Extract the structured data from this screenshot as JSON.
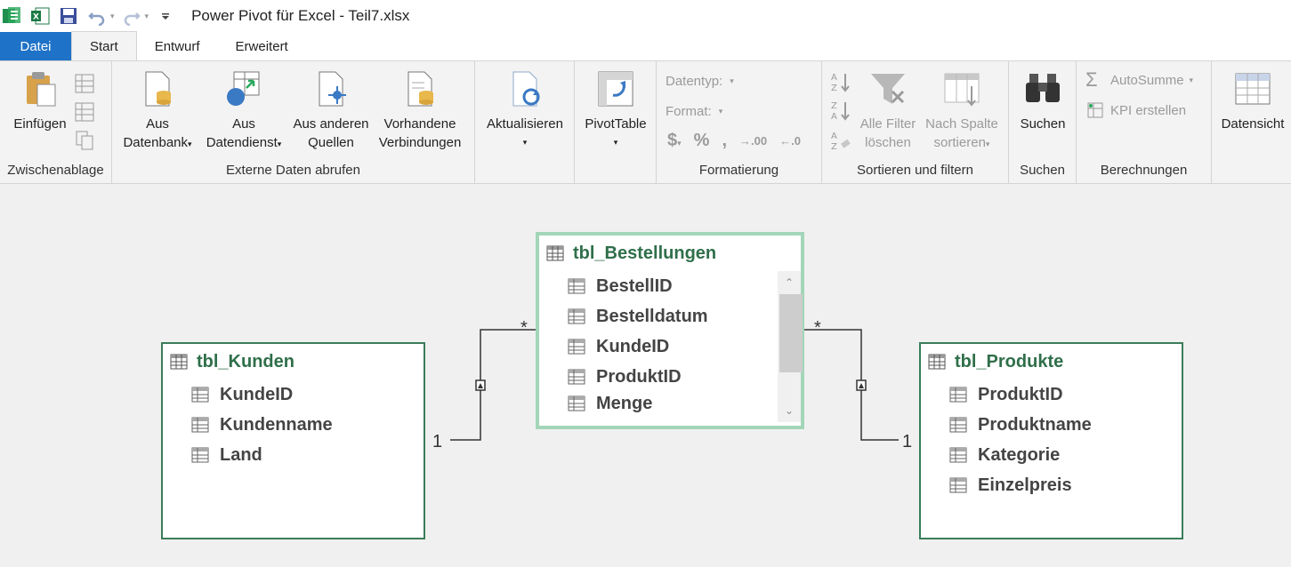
{
  "window": {
    "title": "Power Pivot für Excel - Teil7.xlsx"
  },
  "tabs": [
    "Datei",
    "Start",
    "Entwurf",
    "Erweitert"
  ],
  "ribbon": {
    "clipboard": {
      "paste": "Einfügen",
      "group": "Zwischenablage"
    },
    "external": {
      "from_db_1": "Aus",
      "from_db_2": "Datenbank",
      "from_service_1": "Aus",
      "from_service_2": "Datendienst",
      "other_1": "Aus anderen",
      "other_2": "Quellen",
      "existing_1": "Vorhandene",
      "existing_2": "Verbindungen",
      "group": "Externe Daten abrufen"
    },
    "refresh": {
      "label": "Aktualisieren"
    },
    "pivot": {
      "label": "PivotTable"
    },
    "format": {
      "datatype": "Datentyp:",
      "format": "Format:",
      "group": "Formatierung"
    },
    "sort": {
      "clear_1": "Alle Filter",
      "clear_2": "löschen",
      "bycol_1": "Nach Spalte",
      "bycol_2": "sortieren",
      "group": "Sortieren und filtern"
    },
    "find": {
      "label": "Suchen",
      "group": "Suchen"
    },
    "calc": {
      "autosum": "AutoSumme",
      "kpi": "KPI erstellen",
      "group": "Berechnungen"
    },
    "view": {
      "data_view": "Datensicht"
    }
  },
  "diagram": {
    "orders": {
      "title": "tbl_Bestellungen",
      "columns": [
        "BestellID",
        "Bestelldatum",
        "KundeID",
        "ProduktID",
        "Menge"
      ]
    },
    "customers": {
      "title": "tbl_Kunden",
      "columns": [
        "KundeID",
        "Kundenname",
        "Land"
      ]
    },
    "products": {
      "title": "tbl_Produkte",
      "columns": [
        "ProduktID",
        "Produktname",
        "Kategorie",
        "Einzelpreis"
      ]
    },
    "relations": {
      "many": "*",
      "one": "1"
    }
  },
  "colors": {
    "accent": "#1e72c8",
    "table_border": "#3a7d5a",
    "selected_border": "#a3d6b9",
    "title_green": "#2f6f4a"
  }
}
